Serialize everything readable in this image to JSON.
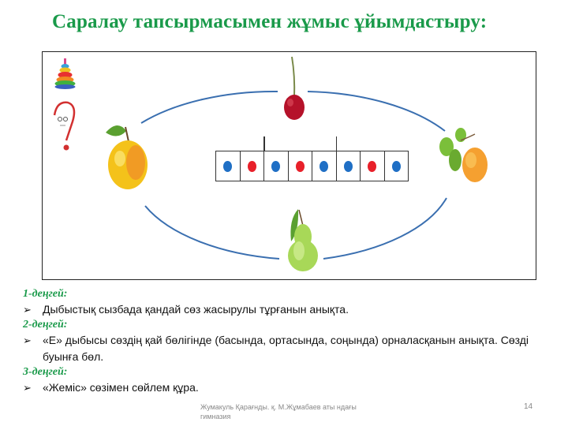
{
  "slide": {
    "title": "Саралау тапсырмасымен жұмыс ұйымдастыру:",
    "accent_color": "#1a9a4a"
  },
  "illustration": {
    "decor_icons": [
      "pyramid-toy-icon",
      "question-mark-face-icon"
    ],
    "fruits": [
      "cherry",
      "apple",
      "apricot",
      "pear"
    ],
    "sound_scheme": {
      "cells": [
        {
          "color": "#1f6fc5",
          "type": "blue"
        },
        {
          "color": "#e8202a",
          "type": "red"
        },
        {
          "color": "#1f6fc5",
          "type": "blue"
        },
        {
          "color": "#e8202a",
          "type": "red"
        },
        {
          "color": "#1f6fc5",
          "type": "blue"
        },
        {
          "color": "#1f6fc5",
          "type": "blue"
        },
        {
          "color": "#e8202a",
          "type": "red"
        },
        {
          "color": "#1f6fc5",
          "type": "blue"
        }
      ],
      "syllable_dividers_after_cell": [
        2,
        5
      ]
    }
  },
  "levels": [
    {
      "label": "1-деңгей:",
      "text": "Дыбыстық сызбада қандай сөз жасырулы тұрғанын анықта."
    },
    {
      "label": "2-деңгей:",
      "text": "«Е» дыбысы сөздің қай бөлігінде (басында, ортасында, соңында) орналасқанын анықта. Сөзді буынға бөл."
    },
    {
      "label": "3-деңгей:",
      "text": "«Жеміс» сөзімен сөйлем құра."
    }
  ],
  "footer": {
    "text": "Жумакуль Қарағнды. қ.  М.Жұмабаев аты ндағы гимназия",
    "page_number": "14"
  }
}
